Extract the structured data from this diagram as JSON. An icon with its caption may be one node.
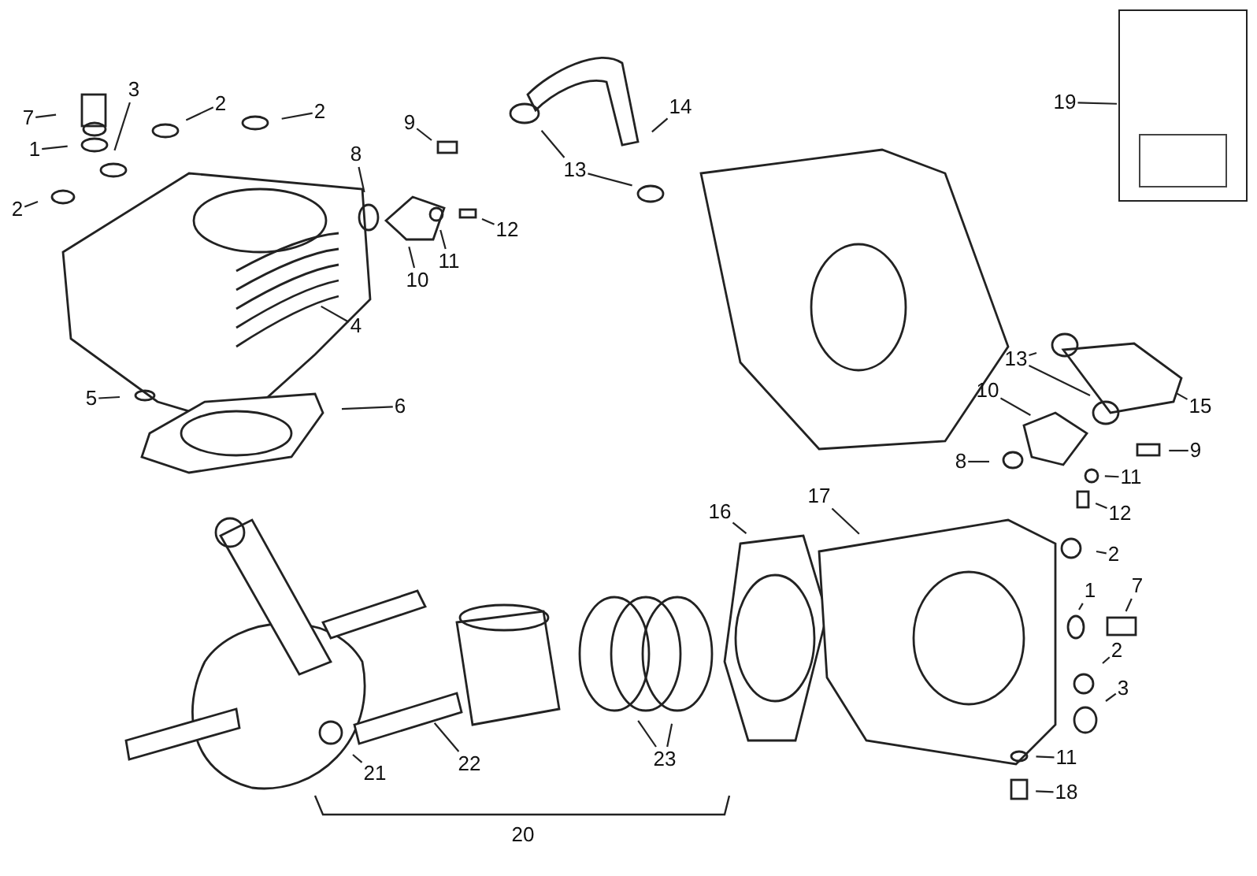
{
  "diagram": {
    "nodes": [
      {
        "text": [
          "7"
        ]
      },
      {
        "text": [
          "3"
        ]
      },
      {
        "text": [
          "2"
        ]
      },
      {
        "text": [
          "2"
        ]
      },
      {
        "text": [
          "1"
        ]
      },
      {
        "text": [
          "2"
        ]
      },
      {
        "text": [
          "9"
        ]
      },
      {
        "text": [
          "8"
        ]
      },
      {
        "text": [
          "13"
        ]
      },
      {
        "text": [
          "14"
        ]
      },
      {
        "text": [
          "12"
        ]
      },
      {
        "text": [
          "11"
        ]
      },
      {
        "text": [
          "10"
        ]
      },
      {
        "text": [
          "4"
        ]
      },
      {
        "text": [
          "5"
        ]
      },
      {
        "text": [
          "6"
        ]
      },
      {
        "text": [
          "19"
        ]
      },
      {
        "text": [],
        "shape": "picture"
      },
      {
        "text": [
          "13"
        ]
      },
      {
        "text": [
          "10"
        ]
      },
      {
        "text": [
          "15"
        ]
      },
      {
        "text": [
          "8"
        ]
      },
      {
        "text": [
          "9"
        ]
      },
      {
        "text": [
          "11"
        ]
      },
      {
        "text": [
          "12"
        ]
      },
      {
        "text": [
          "16"
        ]
      },
      {
        "text": [
          "17"
        ]
      },
      {
        "text": [
          "2"
        ]
      },
      {
        "text": [
          "1"
        ]
      },
      {
        "text": [
          "7"
        ]
      },
      {
        "text": [
          "2"
        ]
      },
      {
        "text": [
          "3"
        ]
      },
      {
        "text": [
          "11"
        ]
      },
      {
        "text": [
          "18"
        ]
      },
      {
        "text": [
          "21"
        ]
      },
      {
        "text": [
          "22"
        ]
      },
      {
        "text": [
          "23"
        ]
      }
    ],
    "edges": [
      {
        "from": 0,
        "to": null,
        "arrow": "none"
      },
      {
        "from": 1,
        "to": null,
        "arrow": "none"
      },
      {
        "from": 2,
        "to": null,
        "arrow": "none"
      },
      {
        "from": 3,
        "to": null,
        "arrow": "none"
      },
      {
        "from": 4,
        "to": null,
        "arrow": "none"
      },
      {
        "from": 5,
        "to": null,
        "arrow": "none"
      },
      {
        "from": 6,
        "to": null,
        "arrow": "none"
      },
      {
        "from": 7,
        "to": null,
        "arrow": "none"
      },
      {
        "from": 8,
        "to": null,
        "arrow": "none"
      },
      {
        "from": 8,
        "to": null,
        "arrow": "none"
      },
      {
        "from": 9,
        "to": null,
        "arrow": "none"
      },
      {
        "from": 10,
        "to": null,
        "arrow": "none"
      },
      {
        "from": 11,
        "to": null,
        "arrow": "none"
      },
      {
        "from": 12,
        "to": null,
        "arrow": "none"
      },
      {
        "from": 13,
        "to": null,
        "arrow": "none"
      },
      {
        "from": 14,
        "to": null,
        "arrow": "none"
      },
      {
        "from": 15,
        "to": null,
        "arrow": "none"
      },
      {
        "from": 16,
        "to": 17,
        "arrow": "none"
      },
      {
        "from": 18,
        "to": null,
        "arrow": "none"
      },
      {
        "from": 18,
        "to": null,
        "arrow": "none"
      },
      {
        "from": 19,
        "to": null,
        "arrow": "none"
      },
      {
        "from": 20,
        "to": null,
        "arrow": "none"
      },
      {
        "from": 21,
        "to": null,
        "arrow": "none"
      },
      {
        "from": 22,
        "to": null,
        "arrow": "none"
      },
      {
        "from": 23,
        "to": null,
        "arrow": "none"
      },
      {
        "from": 24,
        "to": null,
        "arrow": "none"
      },
      {
        "from": 25,
        "to": null,
        "arrow": "none"
      },
      {
        "from": 26,
        "to": null,
        "arrow": "none"
      },
      {
        "from": 27,
        "to": null,
        "arrow": "none"
      },
      {
        "from": 28,
        "to": null,
        "arrow": "none"
      },
      {
        "from": 29,
        "to": null,
        "arrow": "none"
      },
      {
        "from": 30,
        "to": null,
        "arrow": "none"
      },
      {
        "from": 31,
        "to": null,
        "arrow": "none"
      },
      {
        "from": 32,
        "to": null,
        "arrow": "none"
      },
      {
        "from": 33,
        "to": null,
        "arrow": "none"
      },
      {
        "from": 34,
        "to": null,
        "arrow": "none"
      },
      {
        "from": 35,
        "to": null,
        "arrow": "none"
      },
      {
        "from": 36,
        "to": null,
        "arrow": "none"
      },
      {
        "from": 36,
        "to": null,
        "arrow": "none"
      }
    ],
    "labels": [
      "20"
    ]
  }
}
